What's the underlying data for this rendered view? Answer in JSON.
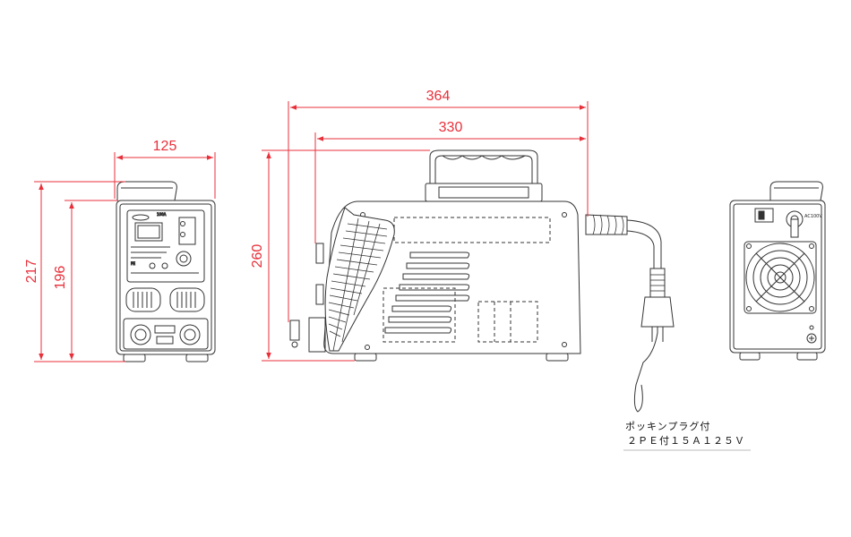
{
  "colors": {
    "dimension": "#e8303b",
    "outline": "#333333",
    "background": "#ffffff"
  },
  "dimensions": {
    "front_width": "125",
    "total_height": "217",
    "body_height": "196",
    "side_total_length": "364",
    "side_body_length": "330",
    "side_height": "260"
  },
  "labels": {
    "rear_panel": "AC100V",
    "plug_line1": "ポッキンプラグ付",
    "plug_line2": "２ＰＥ付１５Ａ１２５Ｖ"
  }
}
